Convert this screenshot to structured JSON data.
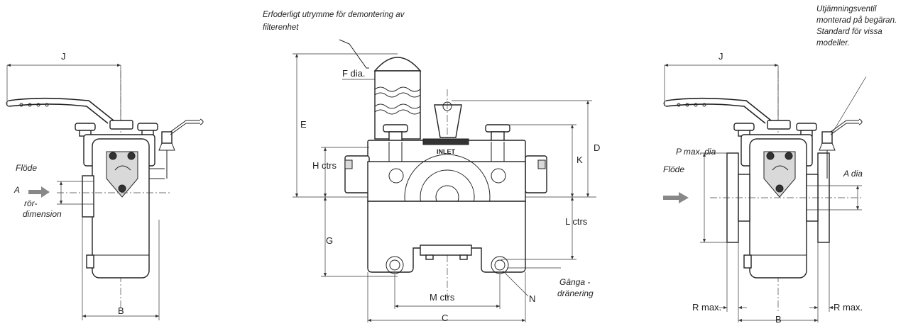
{
  "left_view": {
    "dim_j": "J",
    "dim_b": "B",
    "flow_label": "Flöde",
    "pipe_label_a": "A",
    "pipe_label_line2": "rör-",
    "pipe_label_line3": "dimension"
  },
  "center_view": {
    "note_line1": "Erfoderligt utrymme för demontering av",
    "note_line2": "filterenhet",
    "dim_f": "F dia.",
    "dim_e": "E",
    "dim_d": "D",
    "dim_k": "K",
    "dim_h": "H ctrs",
    "dim_g": "G",
    "dim_l": "L ctrs",
    "dim_m": "M ctrs",
    "dim_c": "C",
    "dim_n": "N",
    "drain_line1": "Gänga -",
    "drain_line2": "dränering",
    "plate_text": "INLET"
  },
  "right_view": {
    "note_line1": "Utjämningsventil",
    "note_line2": "monterad på begäran.",
    "note_line3": "Standard för vissa",
    "note_line4": "modeller.",
    "dim_j": "J",
    "dim_p": "P max. dia",
    "flow_label": "Flöde",
    "dim_a": "A dia",
    "dim_r_left": "R max.",
    "dim_r_right": "R max.",
    "dim_b": "B"
  },
  "colors": {
    "line": "#222222",
    "flow_arrow": "#888888",
    "shade": "#d9d9d9"
  }
}
